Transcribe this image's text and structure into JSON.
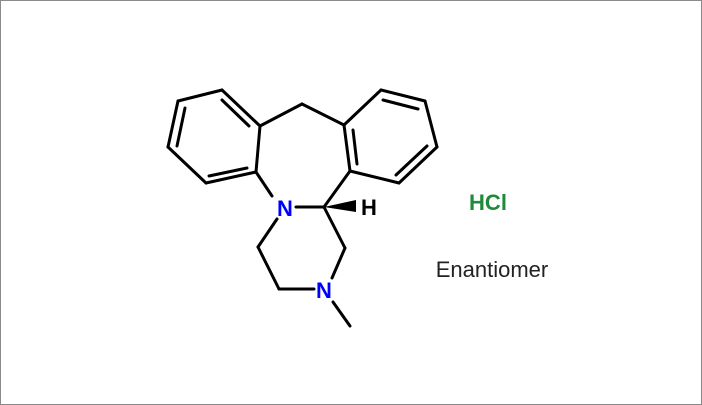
{
  "molecule": {
    "atoms": {
      "n1": "N",
      "n2": "N",
      "h": "H"
    }
  },
  "salt": "HCl",
  "note": "Enantiomer",
  "colors": {
    "nitrogen": "#0000ff",
    "salt": "#1e8a3c",
    "bond": "#000000",
    "text": "#222222",
    "border": "#8a8a8a"
  }
}
